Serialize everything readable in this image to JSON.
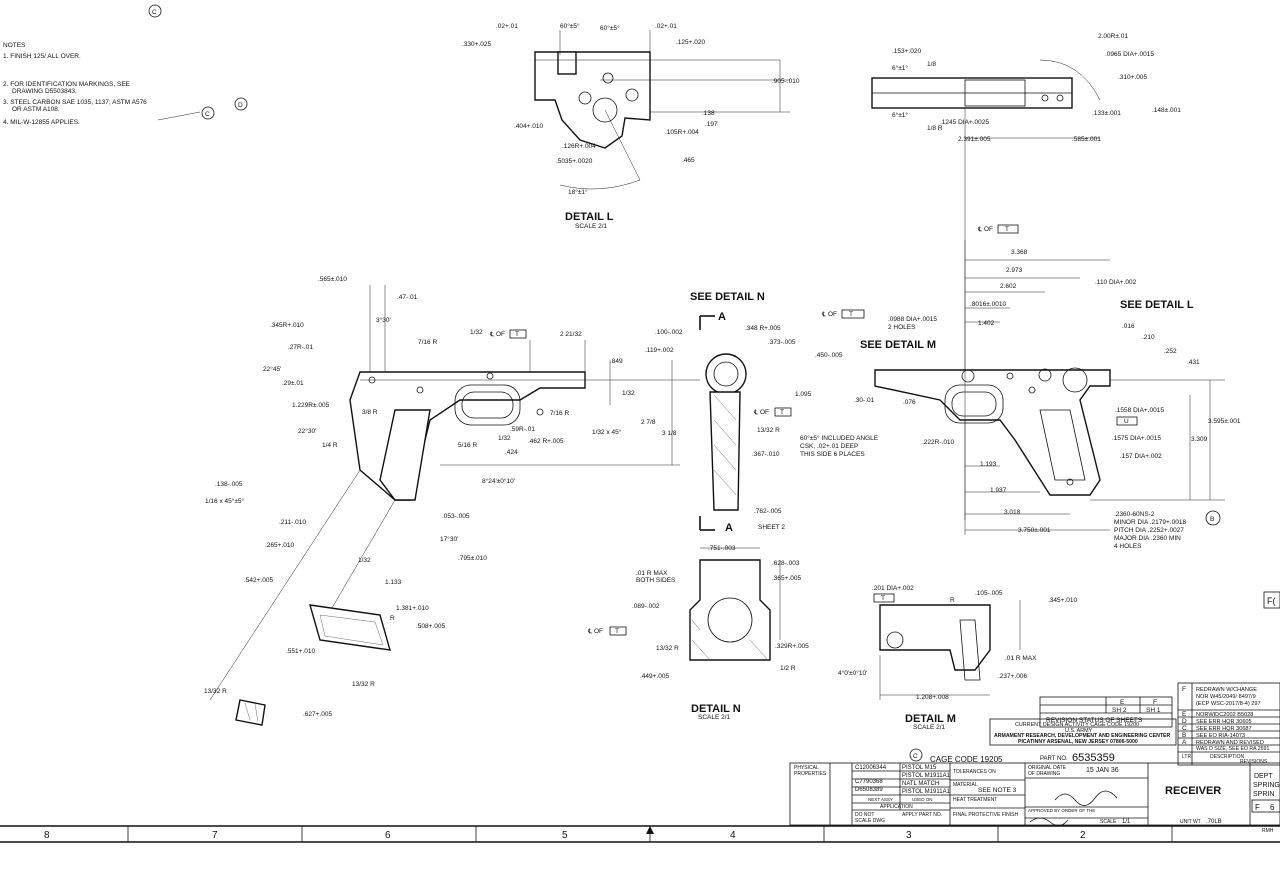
{
  "notes": {
    "header": "NOTES",
    "n1": "1. FINISH 125/ ALL OVER.",
    "n2a": "2. FOR IDENTIFICATION MARKINGS, SEE",
    "n2b": "DRAWING D5503843.",
    "n3a": "3. STEEL CARBON SAE 1035, 1137; ASTM A576",
    "n3b": "OR ASTM A108.",
    "n4": "4. MIL-W-12855 APPLIES."
  },
  "markers": {
    "c": "C",
    "d": "D",
    "b": "B"
  },
  "detail_l": {
    "title": "DETAIL L",
    "scale": "SCALE 2/1",
    "dims": [
      ".02+.01",
      "60°±5°",
      "60°±5°",
      ".02+.01",
      ".330+.025",
      ".125+.020",
      ".905-.010",
      ".138",
      ".197",
      ".404+.010",
      ".105R+.004",
      ".126R+.004",
      ".5035+.0020",
      ".465",
      "18°±1°"
    ]
  },
  "top_right": {
    "dims": [
      ".153+.020",
      "6°±1°",
      "1/8",
      "6°±1°",
      "1/8 R",
      "2.00R±.01",
      ".0965 DIA+.0015",
      ".310+.005",
      ".133±.001",
      ".148±.001",
      ".1245 DIA+.0025",
      "2.391±.005",
      ".585±.001"
    ]
  },
  "left_view": {
    "dims": [
      ".565±.010",
      ".47-.01",
      "3°30'",
      ".345R+.010",
      "℄ OF",
      "T",
      "7/16 R",
      "1/32",
      "2 21/32",
      ".849",
      ".27R-.01",
      "22°45'",
      ".29±.01",
      "1.229R±.005",
      "3/8 R",
      "7/16 R",
      "1/32",
      "22°30'",
      "1/4 R",
      ".59R-.01",
      "5/16 R",
      ".462 R+.005",
      "1/32 x 45°",
      "2 7/8",
      "3 1/8",
      ".424",
      "1/32",
      ".138-.005",
      "1/16 x 45°±5°",
      "8°24'±0°10'",
      ".211-.010",
      ".053-.005",
      ".265+.010",
      "17°30'",
      "1/32",
      ".795±.010",
      ".542+.005",
      "1.133",
      "1.381+.010",
      "R",
      ".508+.005",
      ".551+.010",
      "13/32 R",
      "13/32 R",
      ".627+.005"
    ]
  },
  "section_a": {
    "see_detail": "SEE DETAIL N",
    "a_label": "A",
    "dims": [
      ".100-.002",
      ".348 R+.005",
      ".119+.002",
      ".373-.005",
      "℄ OF",
      "T",
      "13/32 R",
      ".367-.010",
      ".762-.005"
    ],
    "sheet": "A SHEET 2"
  },
  "detail_n": {
    "title": "DETAIL N",
    "scale": "SCALE 2/1",
    "dims": [
      ".751-.003",
      ".628-.003",
      ".01 R MAX",
      "BOTH SIDES",
      ".365+.005",
      ".089-.002",
      "℄ OF",
      "T",
      "13/32 R",
      ".329R+.005",
      "1/2 R",
      ".449+.005"
    ]
  },
  "right_view": {
    "see_detail_m": "SEE DETAIL M",
    "see_detail_l": "SEE DETAIL L",
    "dims": [
      "℄ OF",
      "T",
      "3.368",
      "2.973",
      "2.602",
      ".110 DIA+.002",
      ".8016±.0010",
      ".0988 DIA+.0015",
      "2 HOLES",
      "1.402",
      ".016",
      ".210",
      ".252",
      ".431",
      "℄ OF",
      "T",
      ".450-.005",
      "1.095",
      ".30-.01",
      ".076",
      ".1558 DIA+.0015",
      "U",
      ".1575 DIA+.0015",
      "3.595±.001",
      "3.309",
      ".222R-.010",
      ".157 DIA+.002",
      "1.193",
      "1.937",
      "3.018",
      "3.750±.001"
    ],
    "csk_note": [
      "60°±5° INCLUDED ANGLE",
      "CSK, .02+.01 DEEP",
      "THIS SIDE 6 PLACES"
    ],
    "thread_note": [
      ".2360-60NS-2",
      "MINOR DIA .2179+.0018",
      "PITCH DIA .2252+.0027",
      "MAJOR DIA .2360 MIN",
      "4 HOLES"
    ]
  },
  "detail_m": {
    "title": "DETAIL M",
    "scale": "SCALE 2/1",
    "dims": [
      ".201 DIA+.002",
      "T",
      "R",
      ".105-.005",
      ".345+.010",
      ".01 R MAX",
      "4°0'±0°10'",
      ".237+.006",
      "1.208+.008"
    ]
  },
  "revision_status": {
    "cols": [
      "E",
      "F"
    ],
    "row2": [
      "SH 2",
      "SH 1"
    ],
    "label": "REVISION STATUS OF SHEETS"
  },
  "revisions": {
    "rows": [
      {
        "ltr": "F",
        "desc": "REDRAWN W/CHANGE NOR W45/2049/ 8497/9 (ECP WSC-2017/8-4) 297"
      },
      {
        "ltr": "",
        "desc": ""
      },
      {
        "ltr": "E",
        "desc": "NORWIDC2002 B5028"
      },
      {
        "ltr": "D",
        "desc": "SEE ERR HQR 30605"
      },
      {
        "ltr": "C",
        "desc": "SEE ERR HQR 30687"
      },
      {
        "ltr": "B",
        "desc": "SEE EO RIA-14073"
      },
      {
        "ltr": "A",
        "desc": "REDRAWN AND REVISED WAS D SIZE, SEE EO RA 2691"
      }
    ],
    "footer_left": "LTR",
    "footer_right": "DESCRIPTION",
    "title": "REVISIONS"
  },
  "activity": {
    "line1": "CURRENT DESIGN ACTIVITY CAGE CODE 19200",
    "line2": "U.S. ARMY",
    "line3": "ARMAMENT RESEARCH, DEVELOPMENT AND ENGINEERING CENTER",
    "line4": "PICATINNY ARSENAL, NEW JERSEY 07806-5000"
  },
  "title_block": {
    "cage": "CAGE CODE 19205",
    "part_no_label": "PART NO.",
    "part_no": "6535359",
    "physical": "PHYSICAL PROPERTIES",
    "next_assy": [
      {
        "num": "C12006344",
        "used": "PISTOL M15"
      },
      {
        "num": "C7790368",
        "used": "PISTOL M1911A1"
      },
      {
        "num": "D6508389",
        "used": "PISTOL M1911A1 NATL MATCH"
      }
    ],
    "next_assy_hdr": "NEXT ASSY",
    "used_on_hdr": "USED ON",
    "application": "APPLICATION",
    "do_not_scale": "DO NOT SCALE DWG",
    "apply_part": "APPLY PART NO.",
    "tolerances": "TOLERANCES ON",
    "material": "MATERIAL",
    "see_note": "SEE NOTE 3",
    "heat_treatment": "HEAT TREATMENT",
    "final_finish": "FINAL PROTECTIVE FINISH",
    "orig_date_label": "ORIGINAL DATE OF DRAWING",
    "orig_date": "15 JAN 36",
    "approved": "APPROVED BY ORDER OF THE CHIEF OF ORDNANCE",
    "scale_label": "SCALE",
    "scale": "1/1",
    "unit_wt_label": "UNIT WT",
    "unit_wt": ".70LB",
    "title": "RECEIVER",
    "dept": "DEPT",
    "spring1": "SPRING",
    "spring2": "SPRIN",
    "size_letter": "F",
    "sheet_mark": "6",
    "rmh": "RMH"
  },
  "zones": [
    "8",
    "7",
    "6",
    "5",
    "4",
    "3",
    "2"
  ],
  "edge_mark": "F("
}
